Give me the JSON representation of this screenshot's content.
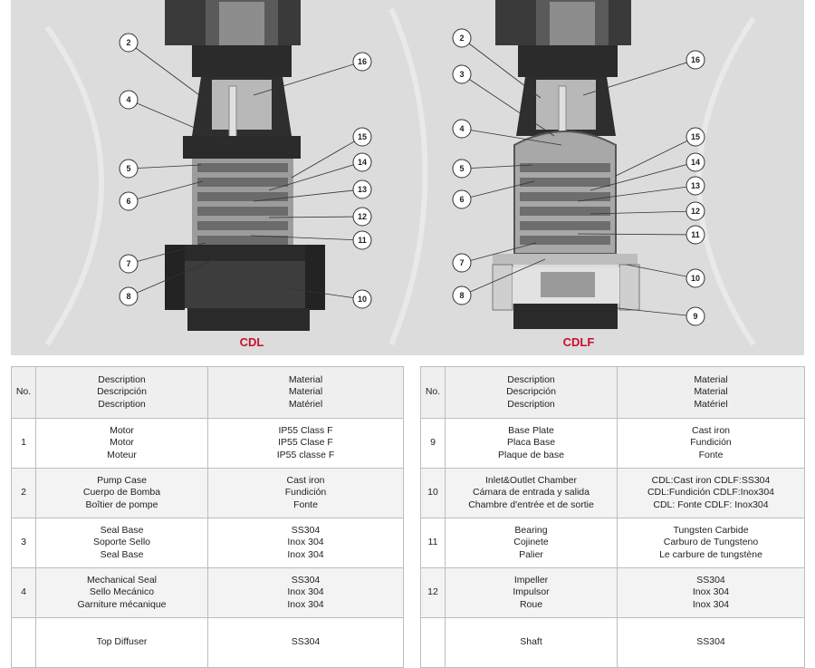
{
  "figure": {
    "left_caption": "CDL",
    "right_caption": "CDLF",
    "left_callouts": [
      "2",
      "4",
      "5",
      "6",
      "7",
      "8",
      "16",
      "15",
      "14",
      "13",
      "12",
      "11",
      "10"
    ],
    "right_callouts": [
      "2",
      "3",
      "4",
      "5",
      "6",
      "7",
      "8",
      "16",
      "15",
      "14",
      "13",
      "12",
      "11",
      "10",
      "9"
    ]
  },
  "table_left": {
    "header": {
      "no": "No.",
      "description": [
        "Description",
        "Descripción",
        "Description"
      ],
      "material": [
        "Material",
        "Material",
        "Matériel"
      ]
    },
    "rows": [
      {
        "no": "1",
        "description": [
          "Motor",
          "Motor",
          "Moteur"
        ],
        "material": [
          "IP55 Class F",
          "IP55 Clase F",
          "IP55 classe F"
        ]
      },
      {
        "no": "2",
        "description": [
          "Pump Case",
          "Cuerpo de Bomba",
          "Boîtier de pompe"
        ],
        "material": [
          "Cast iron",
          "Fundición",
          "Fonte"
        ]
      },
      {
        "no": "3",
        "description": [
          "Seal Base",
          "Soporte Sello",
          "Seal Base"
        ],
        "material": [
          "SS304",
          "Inox 304",
          "Inox 304"
        ]
      },
      {
        "no": "4",
        "description": [
          "Mechanical Seal",
          "Sello Mecánico",
          "Garniture mécanique"
        ],
        "material": [
          "SS304",
          "Inox 304",
          "Inox 304"
        ]
      },
      {
        "no": "",
        "description": [
          "Top Diffuser",
          "",
          ""
        ],
        "material": [
          "SS304",
          "",
          ""
        ]
      }
    ]
  },
  "table_right": {
    "header": {
      "no": "No.",
      "description": [
        "Description",
        "Descripción",
        "Description"
      ],
      "material": [
        "Material",
        "Material",
        "Matériel"
      ]
    },
    "rows": [
      {
        "no": "9",
        "description": [
          "Base Plate",
          "Placa Base",
          "Plaque de base"
        ],
        "material": [
          "Cast iron",
          "Fundición",
          "Fonte"
        ]
      },
      {
        "no": "10",
        "description": [
          "Inlet&Outlet Chamber",
          "Cámara de entrada y salida",
          "Chambre d'entrée et de sortie"
        ],
        "material": [
          "CDL:Cast iron CDLF:SS304",
          "CDL:Fundición CDLF:Inox304",
          "CDL: Fonte CDLF: Inox304"
        ]
      },
      {
        "no": "11",
        "description": [
          "Bearing",
          "Cojinete",
          "Palier"
        ],
        "material": [
          "Tungsten Carbide",
          "Carburo de Tungsteno",
          "Le carbure de tungstène"
        ]
      },
      {
        "no": "12",
        "description": [
          "Impeller",
          "Impulsor",
          "Roue"
        ],
        "material": [
          "SS304",
          "Inox 304",
          "Inox 304"
        ]
      },
      {
        "no": "",
        "description": [
          "Shaft",
          "",
          ""
        ],
        "material": [
          "SS304",
          "",
          ""
        ]
      }
    ]
  }
}
